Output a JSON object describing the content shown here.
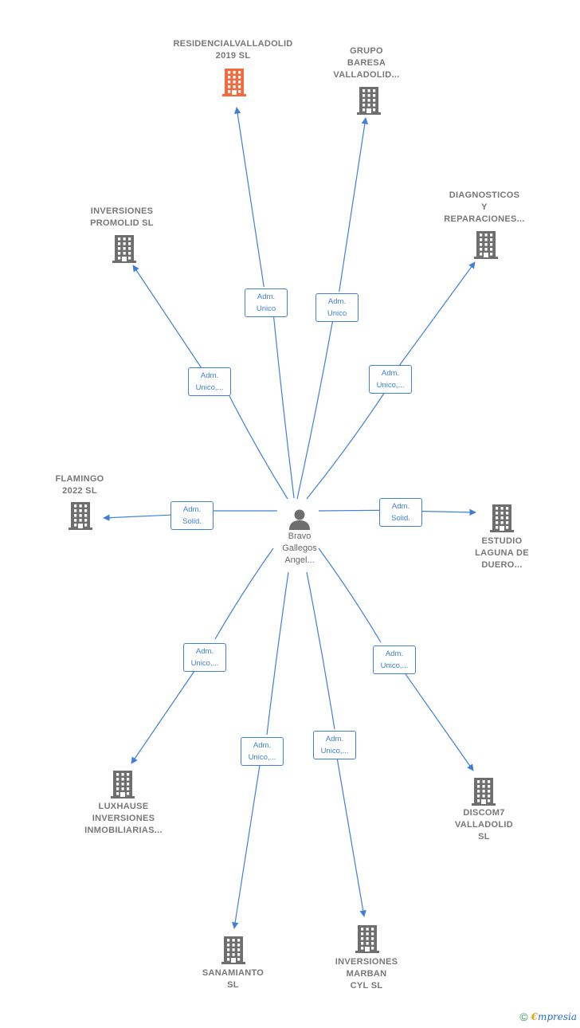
{
  "colors": {
    "accent": "#3f7fd9",
    "highlight": "#f26a3d",
    "building": "#6e6e6e",
    "person": "#6e6e6e"
  },
  "center": {
    "name": "Bravo\nGallegos\nAngel..."
  },
  "companies": [
    {
      "id": "residencial",
      "name": "RESIDENCIALVALLADOLID\n2019  SL",
      "role": "Adm.\nUnico",
      "highlight": true
    },
    {
      "id": "baresa",
      "name": "GRUPO\nBARESA\nVALLADOLID...",
      "role": "Adm.\nUnico"
    },
    {
      "id": "promolid",
      "name": "INVERSIONES\nPROMOLID  SL",
      "role": "Adm.\nUnico,..."
    },
    {
      "id": "diagnosticos",
      "name": "DIAGNOSTICOS\nY\nREPARACIONES...",
      "role": "Adm.\nUnico,..."
    },
    {
      "id": "flamingo",
      "name": "FLAMINGO\n2022  SL",
      "role": "Adm.\nSolid."
    },
    {
      "id": "estudio",
      "name": "ESTUDIO\nLAGUNA DE\nDUERO...",
      "role": "Adm.\nSolid."
    },
    {
      "id": "luxhause",
      "name": "LUXHAUSE\nINVERSIONES\nINMOBILIARIAS...",
      "role": "Adm.\nUnico,..."
    },
    {
      "id": "discom7",
      "name": "DISCOM7\nVALLADOLID\nSL",
      "role": "Adm.\nUnico,..."
    },
    {
      "id": "sanamianto",
      "name": "SANAMIANTO\nSL",
      "role": "Adm.\nUnico,..."
    },
    {
      "id": "marban",
      "name": "INVERSIONES\nMARBAN\nCYL  SL",
      "role": "Adm.\nUnico,..."
    }
  ],
  "footer": {
    "copyright": "©",
    "brand_initial": "€",
    "brand_rest": "mpresia"
  }
}
